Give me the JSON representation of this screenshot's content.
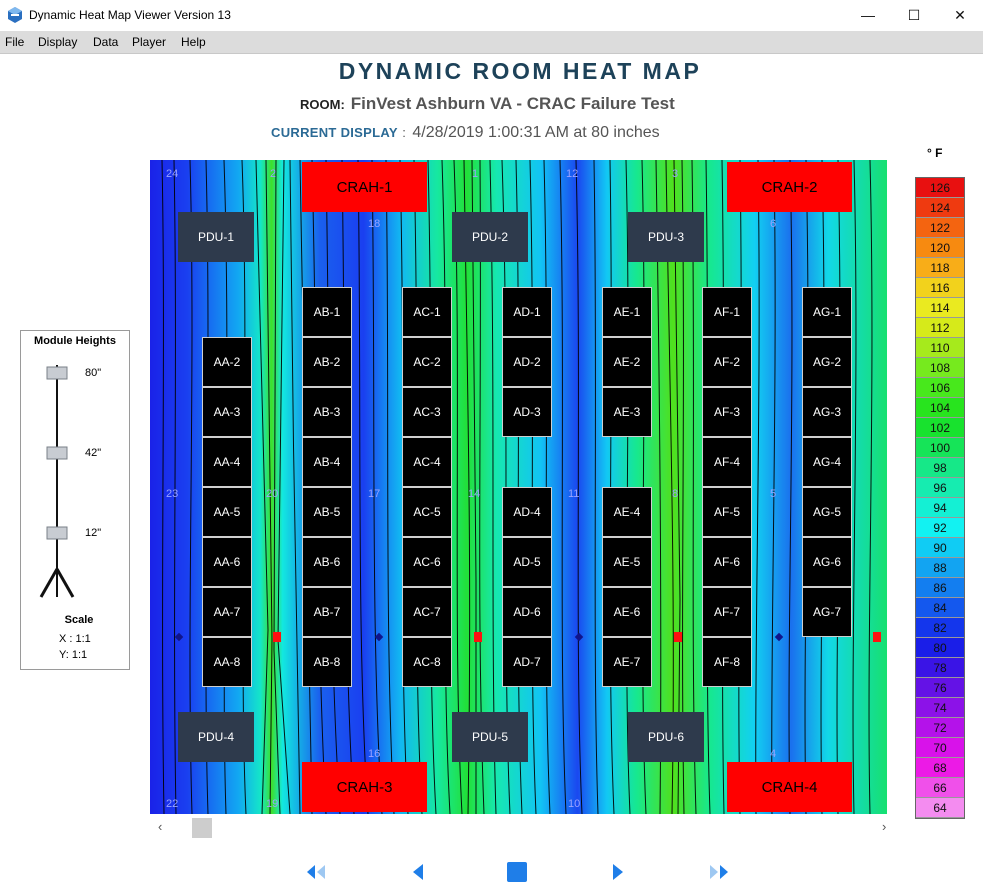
{
  "window": {
    "title": "Dynamic Heat Map Viewer Version 13",
    "minimize_glyph": "—",
    "maximize_glyph": "☐",
    "close_glyph": "✕"
  },
  "menu": [
    "File",
    "Display",
    "Data",
    "Player",
    "Help"
  ],
  "header": {
    "title": "DYNAMIC ROOM HEAT MAP",
    "room_label": "ROOM:",
    "room_value": "FinVest Ashburn VA - CRAC Failure Test",
    "display_label": "CURRENT DISPLAY",
    "display_sep": ":",
    "display_value": "4/28/2019 1:00:31 AM at 80 inches"
  },
  "crah": [
    "CRAH-1",
    "CRAH-2",
    "CRAH-3",
    "CRAH-4"
  ],
  "pdu": [
    "PDU-1",
    "PDU-2",
    "PDU-3",
    "PDU-4",
    "PDU-5",
    "PDU-6"
  ],
  "grid_numbers": [
    "24",
    "2",
    "1",
    "12",
    "3",
    "",
    "18",
    "6",
    "23",
    "20",
    "17",
    "14",
    "11",
    "8",
    "5",
    "16",
    "4",
    "22",
    "19",
    "10"
  ],
  "racks": {
    "AA": [
      "AA-2",
      "AA-3",
      "AA-4",
      "AA-5",
      "AA-6",
      "AA-7",
      "AA-8"
    ],
    "AB": [
      "AB-1",
      "AB-2",
      "AB-3",
      "AB-4",
      "AB-5",
      "AB-6",
      "AB-7",
      "AB-8"
    ],
    "AC": [
      "AC-1",
      "AC-2",
      "AC-3",
      "AC-4",
      "AC-5",
      "AC-6",
      "AC-7",
      "AC-8"
    ],
    "AD_top": [
      "AD-1",
      "AD-2",
      "AD-3"
    ],
    "AD_bottom": [
      "AD-4",
      "AD-5",
      "AD-6",
      "AD-7"
    ],
    "AE_top": [
      "AE-1",
      "AE-2",
      "AE-3"
    ],
    "AE_bottom": [
      "AE-4",
      "AE-5",
      "AE-6",
      "AE-7"
    ],
    "AF": [
      "AF-1",
      "AF-2",
      "AF-3",
      "AF-4",
      "AF-5",
      "AF-6",
      "AF-7",
      "AF-8"
    ],
    "AG": [
      "AG-1",
      "AG-2",
      "AG-3",
      "AG-4",
      "AG-5",
      "AG-6",
      "AG-7"
    ]
  },
  "module_panel": {
    "title": "Module Heights",
    "heights": [
      "80\"",
      "42\"",
      "12\""
    ],
    "scale_title": "Scale",
    "scale_x": "X : 1:1",
    "scale_y": "Y:  1:1"
  },
  "legend": {
    "unit": "° F",
    "entries": [
      {
        "value": "126",
        "color": "#e81010"
      },
      {
        "value": "124",
        "color": "#ef3a10"
      },
      {
        "value": "122",
        "color": "#f46410"
      },
      {
        "value": "120",
        "color": "#f78a10"
      },
      {
        "value": "118",
        "color": "#f8ad18"
      },
      {
        "value": "116",
        "color": "#f2d21c"
      },
      {
        "value": "114",
        "color": "#eaea20"
      },
      {
        "value": "112",
        "color": "#d6ea1a"
      },
      {
        "value": "110",
        "color": "#a6ea1c"
      },
      {
        "value": "108",
        "color": "#76ea1e"
      },
      {
        "value": "106",
        "color": "#48e81c"
      },
      {
        "value": "104",
        "color": "#28e41e"
      },
      {
        "value": "102",
        "color": "#18e22e"
      },
      {
        "value": "100",
        "color": "#16e458"
      },
      {
        "value": "98",
        "color": "#16e888"
      },
      {
        "value": "96",
        "color": "#16ecb0"
      },
      {
        "value": "94",
        "color": "#14f0d4"
      },
      {
        "value": "92",
        "color": "#12f2f2"
      },
      {
        "value": "90",
        "color": "#10ccf4"
      },
      {
        "value": "88",
        "color": "#12a4f2"
      },
      {
        "value": "86",
        "color": "#137ef0"
      },
      {
        "value": "84",
        "color": "#1458ee"
      },
      {
        "value": "82",
        "color": "#1436ec"
      },
      {
        "value": "80",
        "color": "#1a1ee8"
      },
      {
        "value": "78",
        "color": "#3a14e6"
      },
      {
        "value": "76",
        "color": "#6412e6"
      },
      {
        "value": "74",
        "color": "#8c12e8"
      },
      {
        "value": "72",
        "color": "#b412ea"
      },
      {
        "value": "70",
        "color": "#d812ea"
      },
      {
        "value": "68",
        "color": "#ec1ae6"
      },
      {
        "value": "66",
        "color": "#f050ea"
      },
      {
        "value": "64",
        "color": "#f48cf0"
      }
    ]
  },
  "colors": {
    "heat_low": "#1a3ff0",
    "heat_cool": "#12c8f4",
    "heat_cyan": "#12f0e8",
    "heat_mint": "#16e89a",
    "heat_green": "#18e030",
    "heat_lime": "#60e01c",
    "crah": "#ff0000",
    "pdu": "#2e3a4c",
    "title": "#1d4259",
    "player_accent": "#1f7ee8"
  }
}
